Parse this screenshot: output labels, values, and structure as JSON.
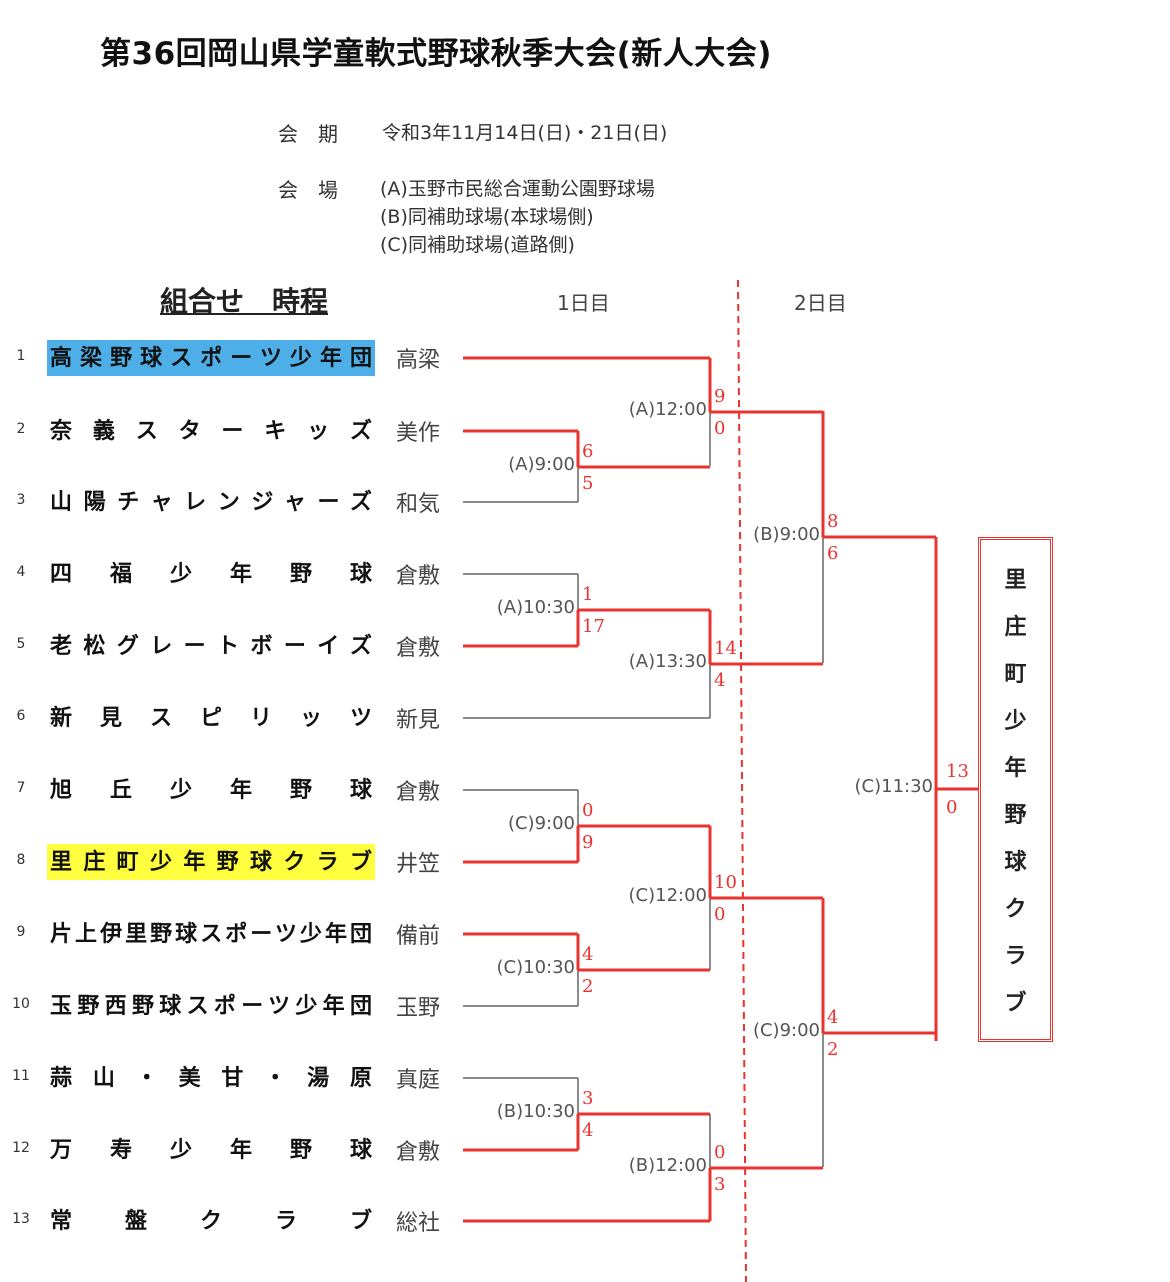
{
  "title": "第36回岡山県学童軟式野球秋季大会(新人大会)",
  "info": {
    "period_label": "会　期",
    "period": "令和3年11月14日(日)・21日(日)",
    "venue_label": "会　場",
    "venues": [
      "(A)玉野市民総合運動公園野球場",
      "(B)同補助球場(本球場側)",
      "(C)同補助球場(道路側)"
    ]
  },
  "section_title": "組合せ　時程",
  "days": [
    "1日目",
    "2日目"
  ],
  "teams": [
    {
      "no": "1",
      "name": "高梁野球スポーツ少年団",
      "region": "高梁",
      "highlight": "#4eaee8"
    },
    {
      "no": "2",
      "name": "奈義スターキッズ",
      "region": "美作"
    },
    {
      "no": "3",
      "name": "山陽チャレンジャーズ",
      "region": "和気"
    },
    {
      "no": "4",
      "name": "四福少年野球",
      "region": "倉敷"
    },
    {
      "no": "5",
      "name": "老松グレートボーイズ",
      "region": "倉敷"
    },
    {
      "no": "6",
      "name": "新見スピリッツ",
      "region": "新見"
    },
    {
      "no": "7",
      "name": "旭丘少年野球",
      "region": "倉敷"
    },
    {
      "no": "8",
      "name": "里庄町少年野球クラブ",
      "region": "井笠",
      "highlight": "#ffff40"
    },
    {
      "no": "9",
      "name": "片上伊里野球スポーツ少年団",
      "region": "備前"
    },
    {
      "no": "10",
      "name": "玉野西野球スポーツ少年団",
      "region": "玉野"
    },
    {
      "no": "11",
      "name": "蒜山・美甘・湯原",
      "region": "真庭"
    },
    {
      "no": "12",
      "name": "万寿少年野球",
      "region": "倉敷"
    },
    {
      "no": "13",
      "name": "常盤クラブ",
      "region": "総社"
    }
  ],
  "matches": [
    {
      "time": "(A)9:00",
      "scores": [
        "6",
        "5"
      ]
    },
    {
      "time": "(A)12:00",
      "scores": [
        "9",
        "0"
      ]
    },
    {
      "time": "(A)10:30",
      "scores": [
        "1",
        "17"
      ]
    },
    {
      "time": "(A)13:30",
      "scores": [
        "14",
        "4"
      ]
    },
    {
      "time": "(B)9:00",
      "scores": [
        "8",
        "6"
      ]
    },
    {
      "time": "(C)9:00",
      "scores": [
        "0",
        "9"
      ]
    },
    {
      "time": "(C)10:30",
      "scores": [
        "4",
        "2"
      ]
    },
    {
      "time": "(C)12:00",
      "scores": [
        "10",
        "0"
      ]
    },
    {
      "time": "(B)10:30",
      "scores": [
        "3",
        "4"
      ]
    },
    {
      "time": "(B)12:00",
      "scores": [
        "0",
        "3"
      ]
    },
    {
      "time": "(C)9:00",
      "scores": [
        "4",
        "2"
      ]
    },
    {
      "time": "(C)11:30",
      "scores": [
        "13",
        "0"
      ]
    }
  ],
  "champion": "里庄町少年野球クラブ",
  "colors": {
    "win_line": "#e8332f",
    "lose_line": "#666666",
    "score": "#e8332f"
  }
}
